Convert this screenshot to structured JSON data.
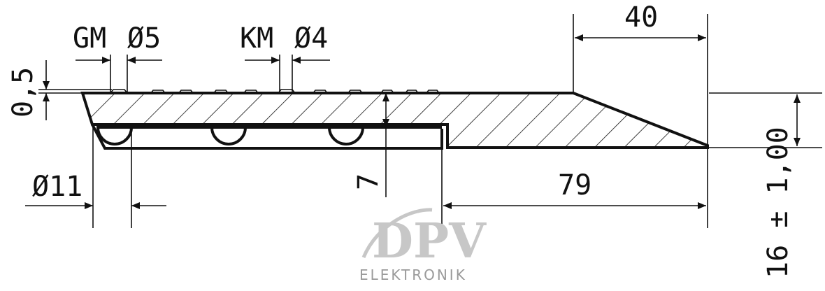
{
  "dimensions": {
    "gm_label": "GM",
    "gm_dia": "Ø5",
    "km_label": "KM",
    "km_dia": "Ø4",
    "top_len": "40",
    "groove_depth": "0,5",
    "core_dia": "Ø11",
    "small_height": "7",
    "bottom_len": "79",
    "height_tol": "16 ± 1,00"
  },
  "watermark": {
    "logo": "DPV",
    "subtitle": "ELEKTRONIK"
  }
}
